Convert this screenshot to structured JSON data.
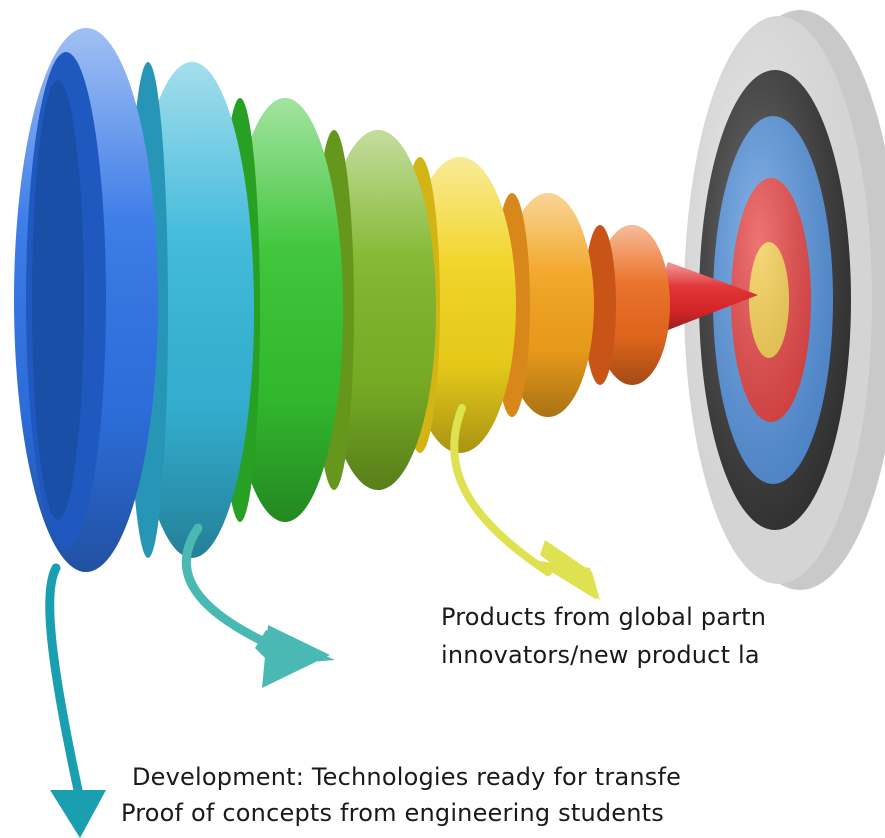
{
  "funnel": {
    "ring_colors": [
      "#2f73e6",
      "#35b6d8",
      "#34c22f",
      "#7cb426",
      "#f1d31b",
      "#f2a21c",
      "#ea6a1e",
      "#e0282a"
    ]
  },
  "target": {
    "ring_colors": [
      "#f4f4f4",
      "#2e2e2e",
      "#4a8ee0",
      "#e52b2b",
      "#f3c431"
    ]
  },
  "callouts": {
    "products": {
      "line1": "Products from global partn",
      "line2": "innovators/new product la",
      "arrow_color": "#dfe250"
    },
    "development": {
      "line1": "Development: Technologies ready for transfe",
      "arrow_color": "#4ab9b3"
    },
    "proof": {
      "line1": "Proof of concepts from engineering students",
      "arrow_color": "#1a9fb0"
    }
  }
}
